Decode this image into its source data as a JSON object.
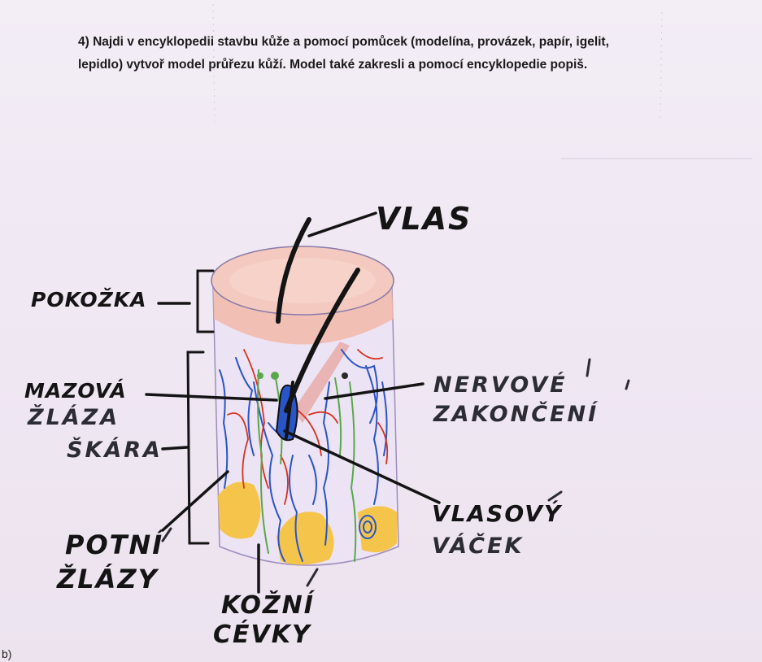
{
  "task": {
    "line1": "4) Najdi v encyklopedii stavbu kůže a pomocí pomůcek (modelína, provázek, papír, igelit,",
    "line2": "lepidlo) vytvoř model průřezu kůží. Model také zakresli a pomocí encyklopedie popiš."
  },
  "labels": {
    "vlas": "VLAS",
    "pokozka": "POKOŽKA",
    "mazova": "MAZOVÁ",
    "zlaza": "ŽLÁZA",
    "skara": "ŠKÁRA",
    "nervove": "NERVOVÉ",
    "zakonceni": "ZAKONČENÍ",
    "vlasovy": "VLASOVÝ",
    "vacek": "VÁČEK",
    "potni": "POTNÍ",
    "zlazy": "ŽLÁZY",
    "kozni": "KOŽNÍ",
    "cevky": "CÉVKY"
  },
  "corner_mark": "b)",
  "colors": {
    "background": "#f1eaf4",
    "epidermis": "#f2b8a8",
    "vessel_blue": "#2a55c8",
    "vessel_red": "#d8321e",
    "nerve_green": "#5aa84a",
    "fat_yellow": "#f6c23c",
    "ink": "#141414"
  }
}
